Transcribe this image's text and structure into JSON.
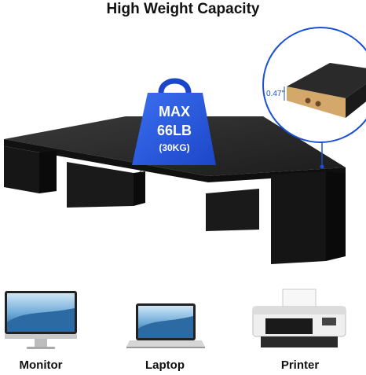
{
  "header": {
    "title": "High Weight Capacity"
  },
  "weight_badge": {
    "line1": "MAX",
    "line2": "66LB",
    "line3": "(30KG)",
    "color": "#2255e0"
  },
  "detail": {
    "thickness": "0.47\"",
    "accent": "#1a4fd6"
  },
  "devices": [
    {
      "label": "Monitor",
      "icon": "monitor-icon"
    },
    {
      "label": "Laptop",
      "icon": "laptop-icon"
    },
    {
      "label": "Printer",
      "icon": "printer-icon"
    }
  ]
}
